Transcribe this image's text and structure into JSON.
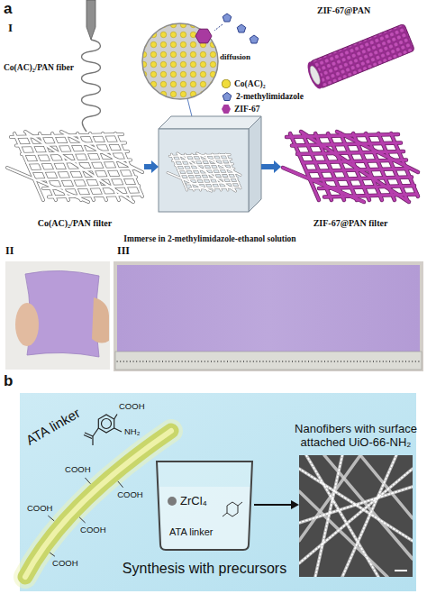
{
  "diagram": {
    "nodes": [
      {
        "text": [
          "Co(AC)₂/PAN filter"
        ]
      },
      {
        "text": [
          "Immerse in 2-methylimidazole-ethanol solution"
        ]
      },
      {
        "text": [
          "ZIF-67@PAN filter"
        ]
      },
      {
        "text": [
          "Synthesis with precursors"
        ]
      },
      {
        "text": [
          "Nanofibers with surface attached UiO-66-NH₂"
        ]
      }
    ],
    "edges": [
      {
        "from": 0,
        "to": 1,
        "arrow": "to"
      },
      {
        "from": 1,
        "to": 2,
        "arrow": "to"
      },
      {
        "from": 3,
        "to": 4,
        "arrow": "to"
      }
    ],
    "labels": [
      "a",
      "I",
      "Co(AC)₂/PAN fiber",
      "diffusion",
      "ZIF-67@PAN",
      "II",
      "III",
      "b",
      "ATA linker",
      "COOH",
      "NH₂",
      "COOH",
      "COOH",
      "COOH",
      "COOH",
      "COOH",
      "ZrCl₄",
      "ATA linker"
    ],
    "legend": [
      {
        "text": "Co(AC)₂",
        "color": "#f0dc3c"
      },
      {
        "text": "2-methylimidazole"
      },
      {
        "text": "ZIF-67",
        "color": "#a83aa0"
      }
    ]
  }
}
